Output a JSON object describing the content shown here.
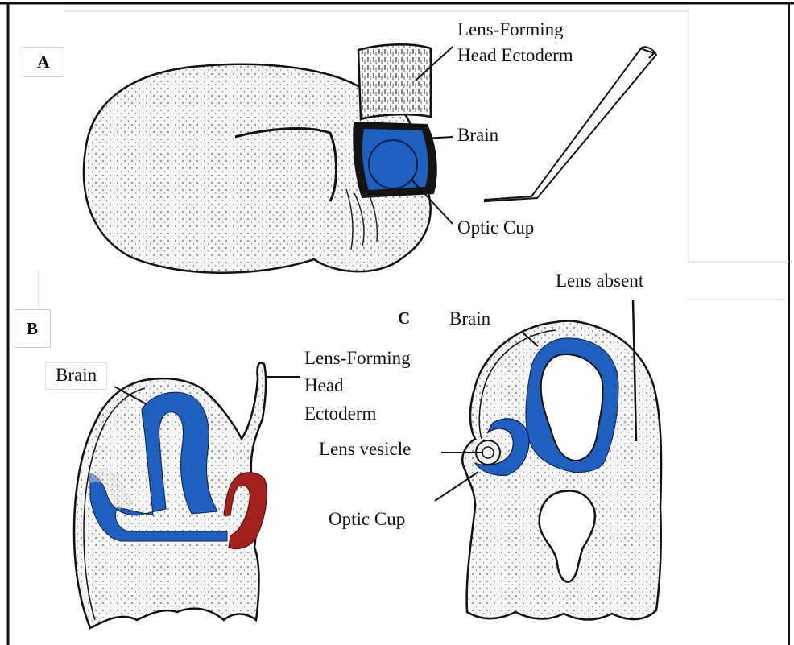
{
  "panels": {
    "a": {
      "letter": "A",
      "labels": {
        "lens_forming": [
          "Lens-Forming",
          "Head Ectoderm"
        ],
        "brain": "Brain",
        "optic_cup": "Optic Cup"
      }
    },
    "b": {
      "letter": "B",
      "labels": {
        "brain": "Brain",
        "lens_forming": [
          "Lens-Forming",
          "Head",
          "Ectoderm"
        ]
      }
    },
    "c": {
      "letter": "C",
      "labels": {
        "brain": "Brain",
        "lens_absent": "Lens absent",
        "lens_vesicle": "Lens vesicle",
        "optic_cup": "Optic Cup"
      }
    }
  },
  "colors": {
    "brain_blue": "#1f5fbf",
    "ectoderm_red": "#a3221e",
    "outline": "#111111",
    "tissue_fill": "#f4f4f4"
  }
}
